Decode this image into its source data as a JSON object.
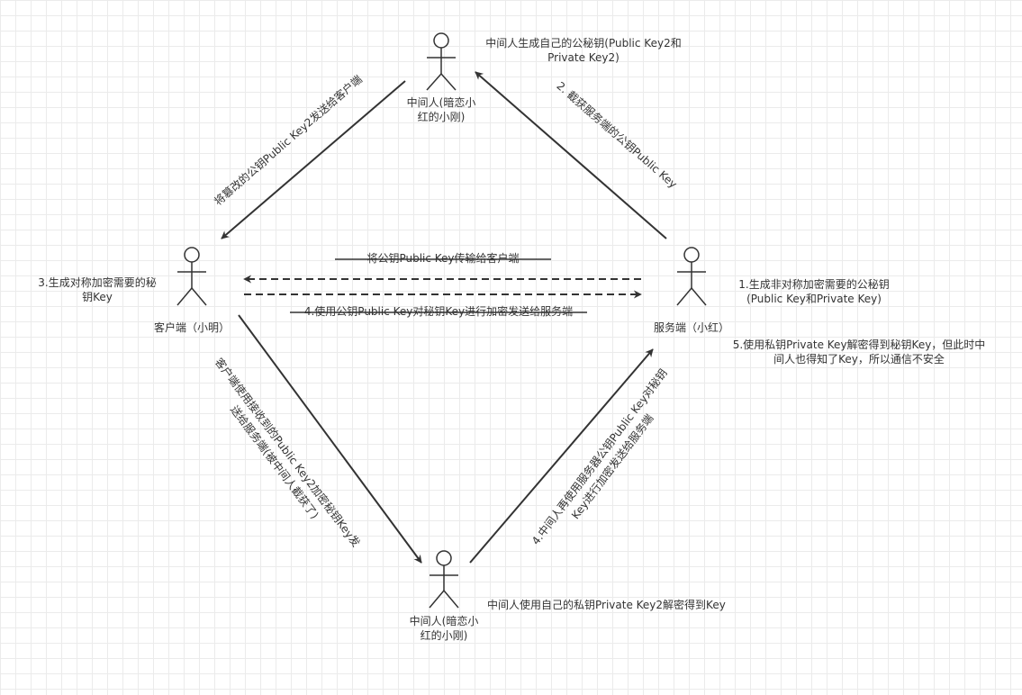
{
  "actors": {
    "mitm_top": "中间人(暗恋小红的小刚)",
    "client": "客户端（小明）",
    "server": "服务端（小红）",
    "mitm_bottom": "中间人(暗恋小红的小刚)"
  },
  "notes": {
    "mitm_top_note": "中间人生成自己的公秘钥(Public Key2和Private Key2)",
    "client_note": "3.生成对称加密需要的秘钥Key",
    "server_note1": "1.生成非对称加密需要的公秘钥(Public Key和Private Key)",
    "server_note5": "5.使用私钥Private Key解密得到秘钥Key，但此时中间人也得知了Key，所以通信不安全",
    "mitm_bottom_note": "中间人使用自己的私钥Private Key2解密得到Key"
  },
  "edges": {
    "server_to_mitm_top": "2. 截获服务端的公钥Public Key",
    "mitm_top_to_client": "将篡改的公钥Public Key2发送给客户端",
    "server_to_client": "将公钥Public Key传输给客户端",
    "client_to_server": "4.使用公钥Public Key对秘钥Key进行加密发送给服务端",
    "client_to_mitm_bottom": "客户端使用接收到的Public Key2加密秘钥Key发送给服务端(被中间人截获了)",
    "mitm_bottom_to_server": "4.中间人再使用服务器公钥Public Key对秘钥Key进行加密发送给服务端"
  }
}
